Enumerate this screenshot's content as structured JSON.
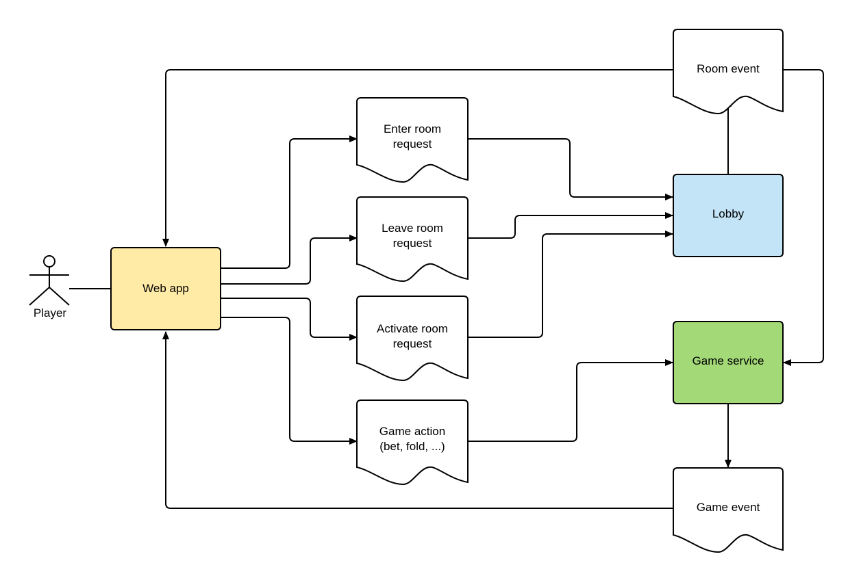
{
  "actor": {
    "label": "Player"
  },
  "nodes": {
    "web_app": {
      "label": "Web app",
      "fill": "#ffeaa6"
    },
    "lobby": {
      "label": "Lobby",
      "fill": "#c3e3f6"
    },
    "game_service": {
      "label": "Game service",
      "fill": "#a3d977"
    },
    "enter_room": {
      "lines": [
        "Enter room",
        "request"
      ]
    },
    "leave_room": {
      "lines": [
        "Leave room",
        "request"
      ]
    },
    "activate_room": {
      "lines": [
        "Activate room",
        "request"
      ]
    },
    "game_action": {
      "lines": [
        "Game action",
        "(bet, fold, ...)"
      ]
    },
    "room_event": {
      "lines": [
        "Room event"
      ]
    },
    "game_event": {
      "lines": [
        "Game event"
      ]
    }
  },
  "colors": {
    "line": "#000000",
    "document_fill": "#ffffff"
  }
}
